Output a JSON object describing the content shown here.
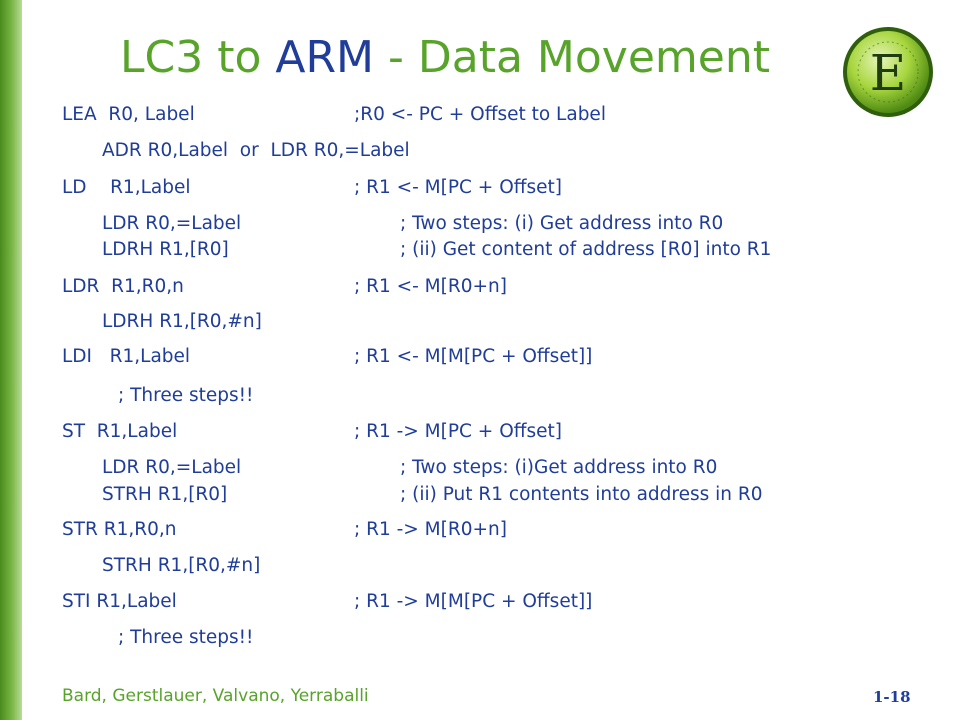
{
  "slide": {
    "title_prefix": "LC3 to ",
    "title_accent": "ARM",
    "title_suffix": " - Data Movement",
    "lines": [
      {
        "code": "LEA  R0, Label",
        "comment": ";R0 <- PC + Offset to Label"
      },
      {
        "code": "ADR R0,Label  or  LDR R0,=Label"
      },
      {
        "code": "LD    R1,Label",
        "comment": "; R1 <- M[PC + Offset]"
      },
      {
        "code": "LDR R0,=Label",
        "comment": "; Two steps: (i) Get address into R0"
      },
      {
        "code": "LDRH R1,[R0]",
        "comment": "; (ii) Get content of address [R0] into R1"
      },
      {
        "code": "LDR  R1,R0,n",
        "comment": "; R1 <- M[R0+n]"
      },
      {
        "code": "LDRH R1,[R0,#n]"
      },
      {
        "code": "LDI   R1,Label",
        "comment": "; R1 <- M[M[PC + Offset]]"
      },
      {
        "code": "; Three steps!!"
      },
      {
        "code": "ST  R1,Label",
        "comment": "; R1 -> M[PC + Offset]"
      },
      {
        "code": "LDR R0,=Label",
        "comment": "; Two steps: (i)Get address into R0"
      },
      {
        "code": "STRH R1,[R0]",
        "comment": "; (ii) Put R1 contents into address in R0"
      },
      {
        "code": "STR R1,R0,n",
        "comment": "; R1 -> M[R0+n]"
      },
      {
        "code": "STRH R1,[R0,#n]"
      },
      {
        "code": "STI R1,Label",
        "comment": "; R1 -> M[M[PC + Offset]]"
      },
      {
        "code": "; Three steps!!"
      }
    ],
    "footer_authors": "Bard, Gerstlauer, Valvano, Yerraballi",
    "page_number": "1-18",
    "logo_letter": "E",
    "logo_icon": "texas-e-logo-icon"
  },
  "colors": {
    "title_green": "#58a32a",
    "accent_blue": "#1f3d99",
    "sidebar_green": "#7ab648"
  }
}
